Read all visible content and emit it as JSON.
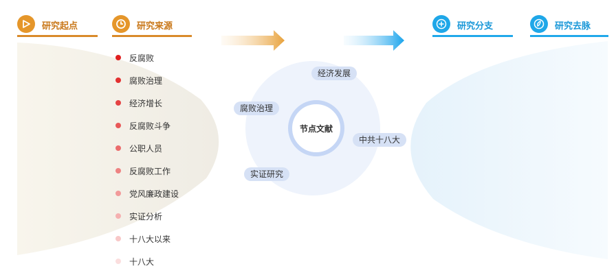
{
  "headers": {
    "start": "研究起点",
    "source": "研究来源",
    "branch": "研究分支",
    "trend": "研究去脉"
  },
  "center": {
    "label": "节点文献",
    "tags": [
      "经济发展",
      "腐败治理",
      "中共十八大",
      "实证研究"
    ]
  },
  "sources": [
    "反腐败",
    "腐败治理",
    "经济增长",
    "反腐败斗争",
    "公职人员",
    "反腐败工作",
    "党风廉政建设",
    "实证分析",
    "十八大以来",
    "十八大"
  ],
  "colors": {
    "orange_accent": "#e5962a",
    "blue_accent": "#1fa7e8",
    "dot_scale": [
      "#e02020",
      "#e23030",
      "#e54343",
      "#e85858",
      "#eb6c6c",
      "#ee8282",
      "#f29a9a",
      "#f5b0b0",
      "#f8c8c8",
      "#fbdede"
    ]
  }
}
